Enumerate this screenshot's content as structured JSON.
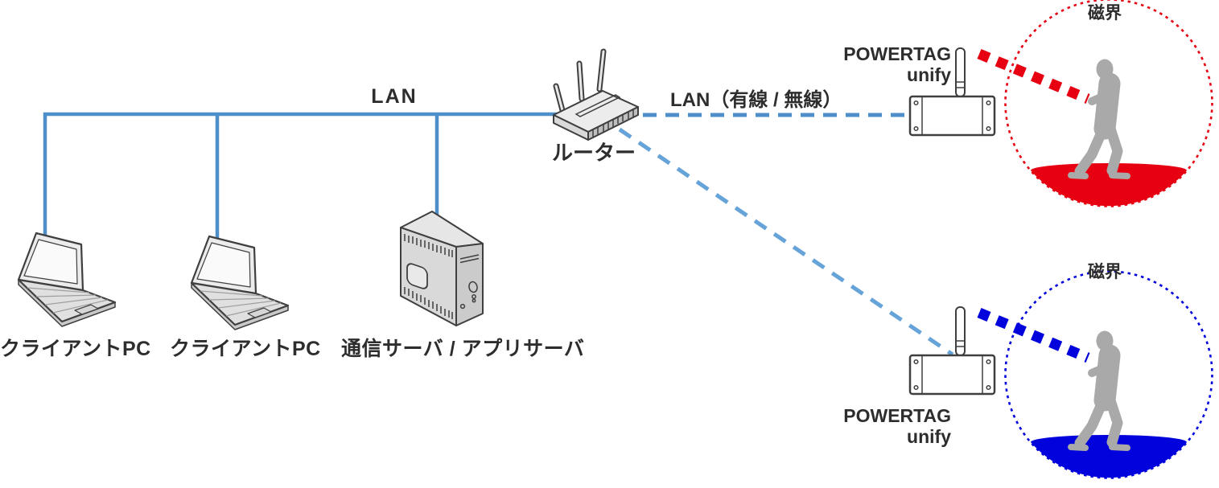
{
  "colors": {
    "lan_blue": "#4E8FC9",
    "wireless_blue": "#66A3D8",
    "field_red": "#E60012",
    "field_blue": "#0202DC",
    "text_dark": "#2D2D2D",
    "device_stroke": "#3F3F3F"
  },
  "network": {
    "lan_label": "LAN",
    "wan_label": "LAN（有線 / 無線）",
    "client_pc_1": "クライアントPC",
    "client_pc_2": "クライアントPC",
    "server_label": "通信サーバ / アプリサーバ",
    "router_label": "ルーター"
  },
  "powertag_1": {
    "name": "POWERTAG",
    "model": "unify"
  },
  "powertag_2": {
    "name": "POWERTAG",
    "model": "unify"
  },
  "field_1": {
    "label": "磁界",
    "color": "#E60012"
  },
  "field_2": {
    "label": "磁界",
    "color": "#0202DC"
  }
}
